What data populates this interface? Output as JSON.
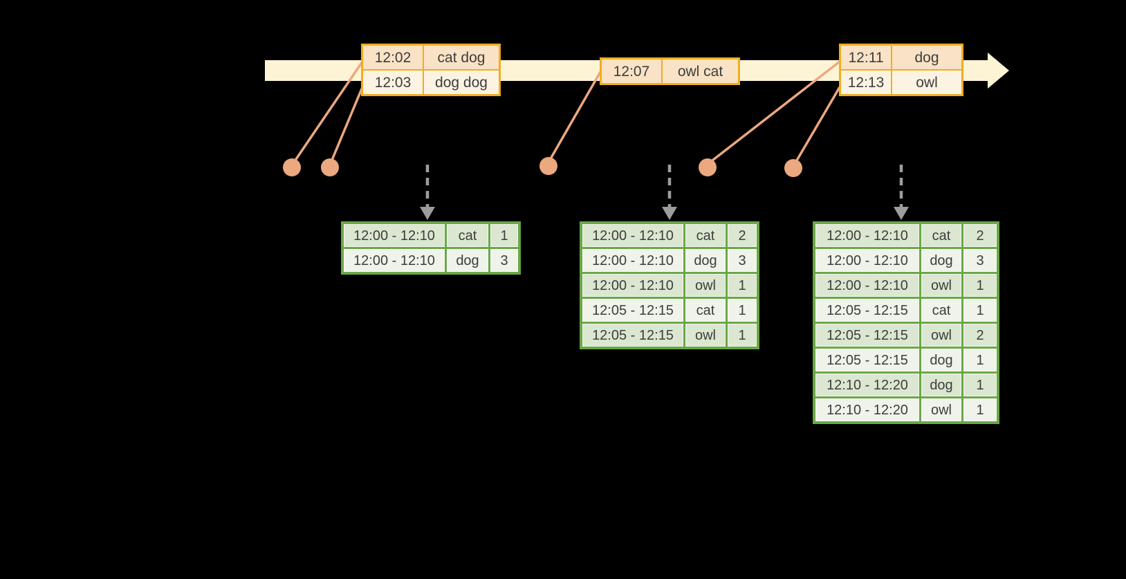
{
  "colors": {
    "background": "#000000",
    "timeline_band": "#fdf4d6",
    "event_table_border": "#f0ad1f",
    "event_row_dark": "#f9e2c5",
    "event_row_light": "#fdf3e3",
    "result_table_border": "#6aa746",
    "result_row_dark": "#dbe7d1",
    "result_row_light": "#eff3ea",
    "connector_dot": "#eca87e",
    "trigger_arrow": "#9d9d9d",
    "text": "#3d3d3d"
  },
  "event_tables": [
    {
      "rows": [
        {
          "time": "12:02",
          "words": "cat dog"
        },
        {
          "time": "12:03",
          "words": "dog dog"
        }
      ]
    },
    {
      "rows": [
        {
          "time": "12:07",
          "words": "owl cat"
        }
      ]
    },
    {
      "rows": [
        {
          "time": "12:11",
          "words": "dog"
        },
        {
          "time": "12:13",
          "words": "owl"
        }
      ]
    }
  ],
  "result_tables": [
    {
      "rows": [
        {
          "window": "12:00 - 12:10",
          "word": "cat",
          "count": "1"
        },
        {
          "window": "12:00 - 12:10",
          "word": "dog",
          "count": "3"
        }
      ]
    },
    {
      "rows": [
        {
          "window": "12:00 - 12:10",
          "word": "cat",
          "count": "2"
        },
        {
          "window": "12:00 - 12:10",
          "word": "dog",
          "count": "3"
        },
        {
          "window": "12:00 - 12:10",
          "word": "owl",
          "count": "1"
        },
        {
          "window": "12:05 - 12:15",
          "word": "cat",
          "count": "1"
        },
        {
          "window": "12:05 - 12:15",
          "word": "owl",
          "count": "1"
        }
      ]
    },
    {
      "rows": [
        {
          "window": "12:00 - 12:10",
          "word": "cat",
          "count": "2"
        },
        {
          "window": "12:00 - 12:10",
          "word": "dog",
          "count": "3"
        },
        {
          "window": "12:00 - 12:10",
          "word": "owl",
          "count": "1"
        },
        {
          "window": "12:05 - 12:15",
          "word": "cat",
          "count": "1"
        },
        {
          "window": "12:05 - 12:15",
          "word": "owl",
          "count": "2"
        },
        {
          "window": "12:05 - 12:15",
          "word": "dog",
          "count": "1"
        },
        {
          "window": "12:10 - 12:20",
          "word": "dog",
          "count": "1"
        },
        {
          "window": "12:10 - 12:20",
          "word": "owl",
          "count": "1"
        }
      ]
    }
  ]
}
